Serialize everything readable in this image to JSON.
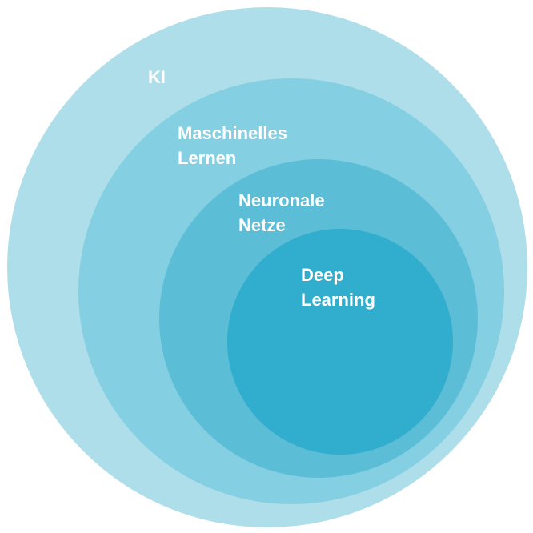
{
  "diagram": {
    "type": "nested-venn",
    "sets": [
      {
        "id": "ki",
        "label_lines": [
          "KI"
        ],
        "color": "#aedeea"
      },
      {
        "id": "ml",
        "label_lines": [
          "Maschinelles",
          "Lernen"
        ],
        "color": "#84cfe2"
      },
      {
        "id": "nn",
        "label_lines": [
          "Neuronale",
          "Netze"
        ],
        "color": "#5cbdd6"
      },
      {
        "id": "dl",
        "label_lines": [
          "Deep",
          "Learning"
        ],
        "color": "#31adcd"
      }
    ]
  }
}
